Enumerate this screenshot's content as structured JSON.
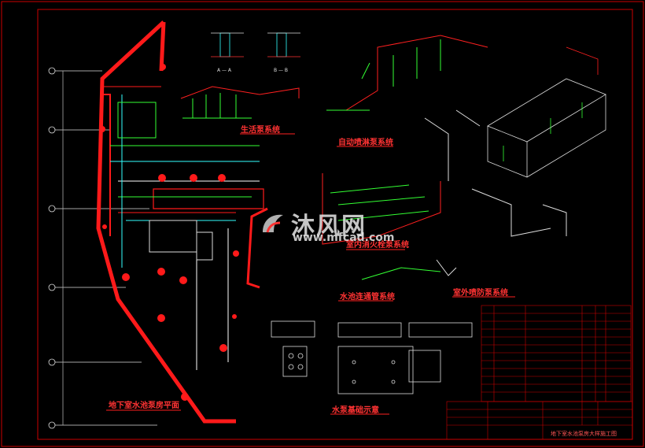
{
  "titles": {
    "pump_room_plan": "地下室水池泵房平面",
    "domestic_water": "生活泵系统",
    "sprinkler": "自动喷淋泵系统",
    "indoor_hydrant": "室内消火栓泵系统",
    "pool_pipe": "水池连通管系统",
    "outdoor_spray": "室外喷防泵系统",
    "pump_foundation": "水泵基础示意",
    "section_a": "A — A",
    "section_b": "B — B",
    "drawing_name": "地下室水池泵房大样施工图"
  },
  "watermark": {
    "brand_cn": "沐风网",
    "brand_url": "www.mfcad.com"
  },
  "colors": {
    "frame": "#ff2020",
    "wall": "#ff1a1a",
    "pipe_red": "#ff2020",
    "pipe_green": "#33ff33",
    "pipe_cyan": "#33ffff",
    "pipe_white": "#dddddd",
    "background": "#000000"
  }
}
